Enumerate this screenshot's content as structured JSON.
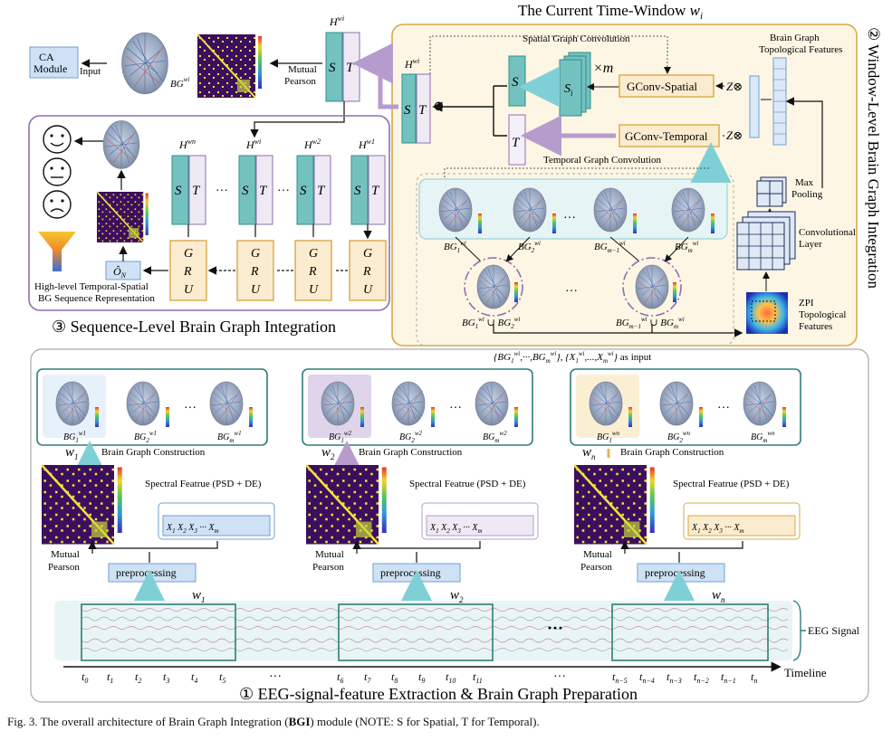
{
  "sections": {
    "window_title": "The Current Time-Window",
    "window_var": "w",
    "window_sub": "i",
    "window_level_title": "② Window-Level Brain Graph Integration",
    "sequence_title": "③ Sequence-Level Brain Graph Integration",
    "extraction_title": "① EEG-signal-feature Extraction & Brain Graph Preparation"
  },
  "labels": {
    "ca_module": "CA Module",
    "input": "Input",
    "mutual_pearson": "Mutual Pearson",
    "mutual": "Mutual",
    "pearson": "Pearson",
    "spatial_conv": "Spatial Graph Convolution",
    "temporal_conv": "Temporal Graph Convolution",
    "gconv_spatial": "GConv-Spatial",
    "gconv_temporal": "GConv-Temporal",
    "bg_topo_1": "Brain Graph",
    "bg_topo_2": "Topological Features",
    "max_pooling_1": "Max",
    "max_pooling_2": "Pooling",
    "conv_layer_1": "Convolutional",
    "conv_layer_2": "Layer",
    "zpi_1": "ZPI",
    "zpi_2": "Topological",
    "zpi_3": "Features",
    "times_m": "×m",
    "z_otimes": "Z⊗",
    "oplus": "⊕",
    "s": "S",
    "t": "T",
    "si": "S",
    "h": "H",
    "bg": "BG",
    "g": "G",
    "r": "R",
    "u": "U",
    "o_n": "Ô",
    "hl_1": "High-level Temporal-Spatial",
    "hl_2": "BG Sequence Representation",
    "as_input": "as input",
    "bgc": "Brain Graph Construction",
    "spectral": "Spectral Featrue (PSD + DE)",
    "preprocessing": "preprocessing",
    "eeg_signal": "EEG Signal",
    "timeline": "Timeline",
    "dots": "···",
    "x": "X"
  },
  "time_ticks": [
    "t0",
    "t1",
    "t2",
    "t3",
    "t4",
    "t5",
    "t6",
    "t7",
    "t8",
    "t9",
    "t10",
    "t11",
    "tn−5",
    "tn−4",
    "tn−3",
    "tn−2",
    "tn−1",
    "tn"
  ],
  "windows": [
    "w1",
    "w2",
    "wn"
  ],
  "caption": {
    "prefix": "Fig. 3.    The overall architecture of Brain Graph Integration (",
    "bold": "BGI",
    "suffix": ") module (NOTE: S for Spatial, T for Temporal)."
  },
  "colors": {
    "teal": "#74c2bf",
    "teal_dark": "#2f8f8c",
    "lavender": "#c7b6d8",
    "purple_frame": "#8e6fae",
    "gold_frame": "#d9a947",
    "gold_fill": "#fdf6e4",
    "blue_box": "#cfe2f5",
    "blue_stroke": "#6f9fd1",
    "dark_teal_frame": "#2e7d78"
  }
}
